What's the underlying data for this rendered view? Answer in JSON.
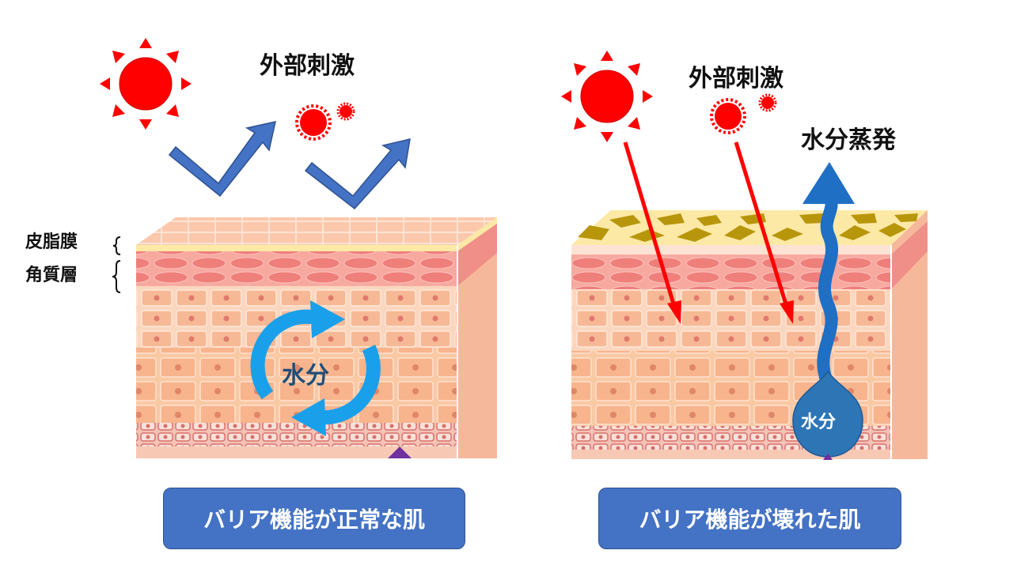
{
  "diagram": {
    "left": {
      "external_label": "外部刺激",
      "sebum_label": "皮脂膜",
      "corneum_label": "角質層",
      "water_label": "水分",
      "caption": "バリア機能が正常な肌"
    },
    "right": {
      "external_label": "外部刺激",
      "evaporation_label": "水分蒸発",
      "water_label": "水分",
      "caption": "バリア機能が壊れた肌"
    },
    "colors": {
      "sun": "#ff0000",
      "deflect_arrow": "#4472c4",
      "penetrate_arrow": "#ff0000",
      "water_cycle": "#1aa0ea",
      "water_drop": "#2e75b6",
      "sebum_intact": "#fdeaa7",
      "sebum_damaged": "#b8960c",
      "corneum": "#f08080",
      "epidermis": "#f9c9a4",
      "caption_bg": "#4472c4"
    }
  }
}
